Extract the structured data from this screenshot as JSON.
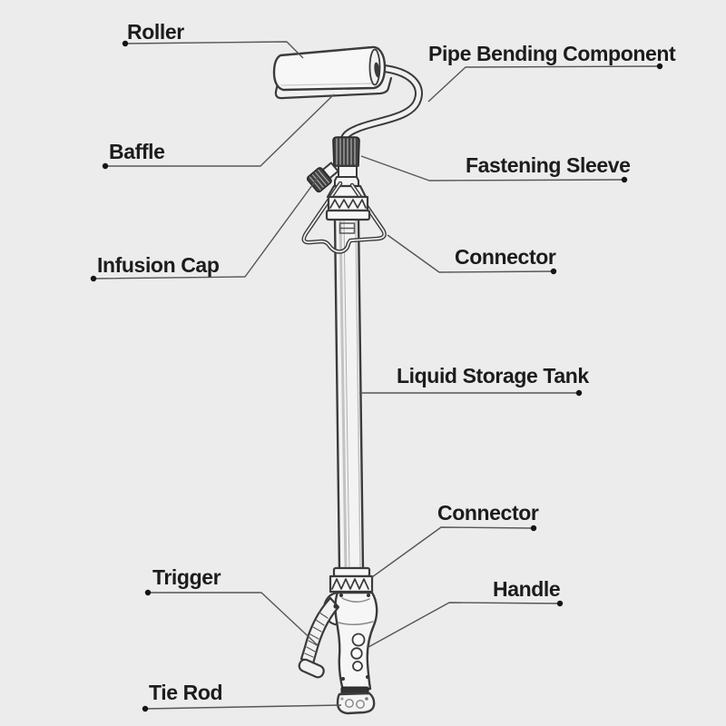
{
  "page": {
    "background_color": "#ececec",
    "ink_color": "#3b3b3b",
    "leader_line_color": "#565656",
    "leader_dot_color": "#141414",
    "label_text_color": "#1c1c1c"
  },
  "diagram": {
    "subject": "paint-roller-liquid-applicator-parts-diagram",
    "labels": [
      {
        "id": "roller",
        "text": "Roller"
      },
      {
        "id": "pipe-bending-component",
        "text": "Pipe Bending Component"
      },
      {
        "id": "baffle",
        "text": "Baffle"
      },
      {
        "id": "fastening-sleeve",
        "text": "Fastening Sleeve"
      },
      {
        "id": "infusion-cap",
        "text": "Infusion Cap"
      },
      {
        "id": "connector-upper",
        "text": "Connector"
      },
      {
        "id": "liquid-storage-tank",
        "text": "Liquid Storage Tank"
      },
      {
        "id": "connector-lower",
        "text": "Connector"
      },
      {
        "id": "trigger",
        "text": "Trigger"
      },
      {
        "id": "handle",
        "text": "Handle"
      },
      {
        "id": "tie-rod",
        "text": "Tie Rod"
      }
    ]
  }
}
